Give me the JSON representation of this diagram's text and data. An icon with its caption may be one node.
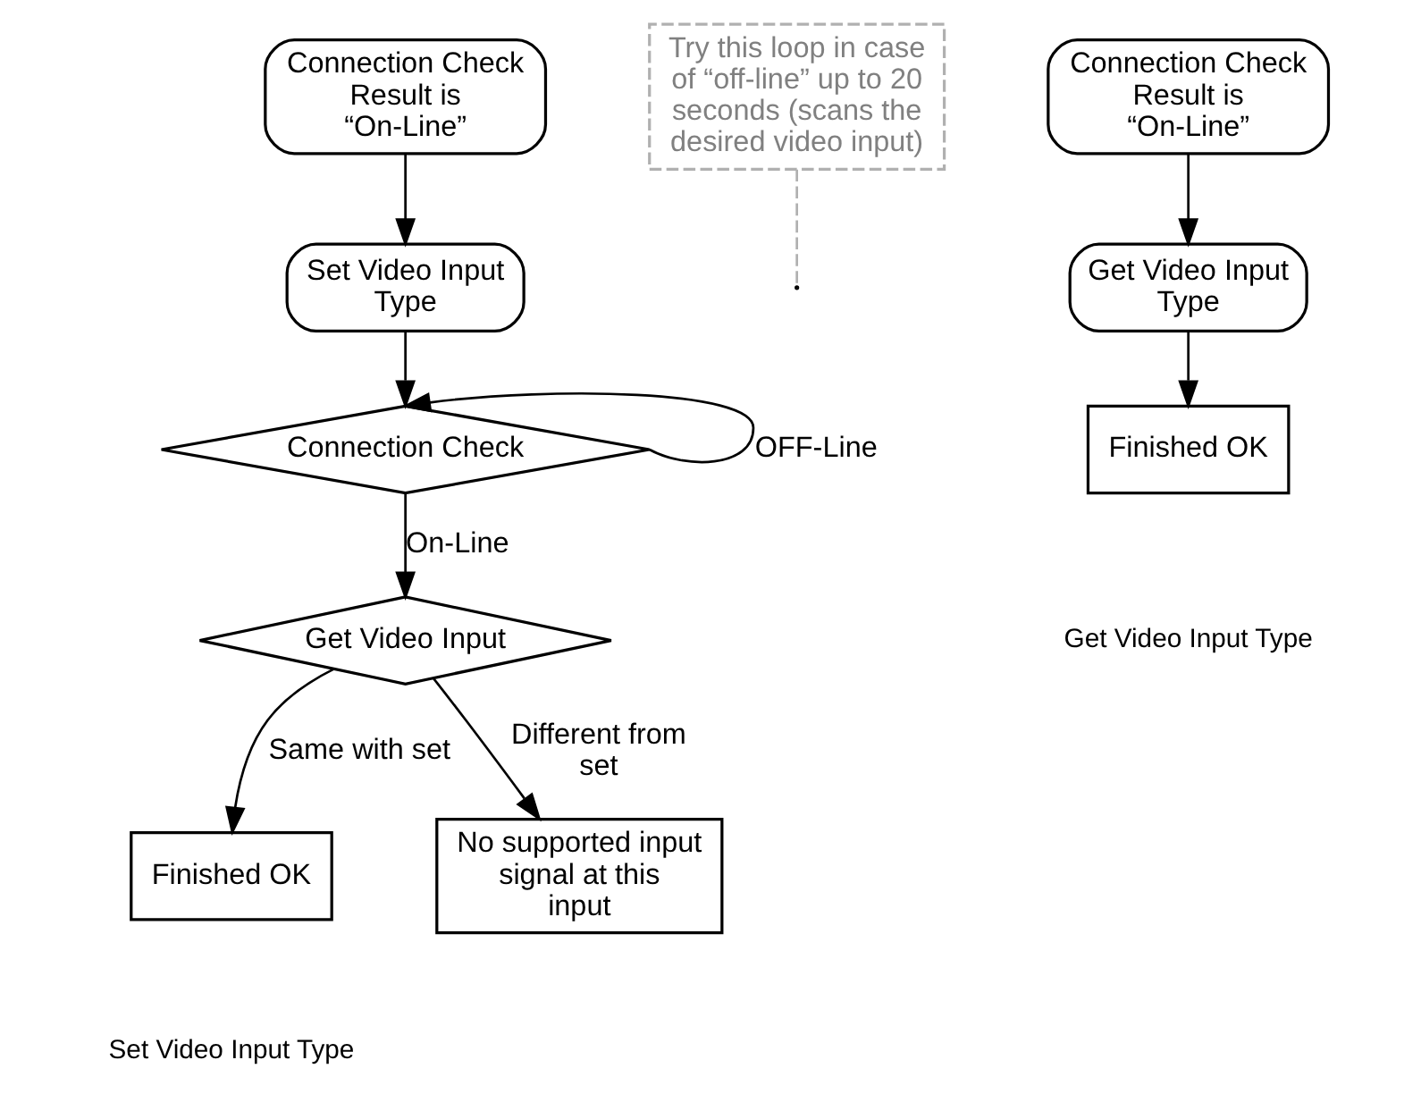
{
  "diagram": {
    "nodes": [
      {
        "text": [
          "Connection Check Result is “On-Line”"
        ]
      },
      {
        "text": [
          "Set Video Input Type"
        ]
      },
      {
        "text": [
          "Connection Check"
        ]
      },
      {
        "text": [
          "Get Video Input"
        ]
      },
      {
        "text": [
          "Finished OK"
        ]
      },
      {
        "text": [
          "No supported input signal at this input"
        ]
      },
      {
        "text": [
          "Try this loop in case of “off-line” up to 20 seconds (scans the desired video input)"
        ]
      },
      {
        "text": [
          "Connection Check Result is “On-Line”"
        ]
      },
      {
        "text": [
          "Get Video Input Type"
        ]
      },
      {
        "text": [
          "Finished OK"
        ]
      }
    ],
    "edges": [
      {
        "from": 0,
        "to": 1,
        "arrow": "to"
      },
      {
        "from": 1,
        "to": 2,
        "arrow": "to"
      },
      {
        "from": 2,
        "to": 2,
        "arrow": "to",
        "label": "OFF-Line"
      },
      {
        "from": 2,
        "to": 3,
        "arrow": "to",
        "label": "On-Line"
      },
      {
        "from": 3,
        "to": 4,
        "arrow": "to",
        "label": "Same with set"
      },
      {
        "from": 3,
        "to": 5,
        "arrow": "to",
        "label": "Different from set"
      },
      {
        "from": 6,
        "to": null,
        "arrow": "none",
        "style": "dashed",
        "color": "#b0b0b0"
      },
      {
        "from": 7,
        "to": 8,
        "arrow": "to"
      },
      {
        "from": 8,
        "to": 9,
        "arrow": "to"
      }
    ],
    "labels": [
      "Set Video Input Type",
      "Get Video Input Type"
    ]
  }
}
